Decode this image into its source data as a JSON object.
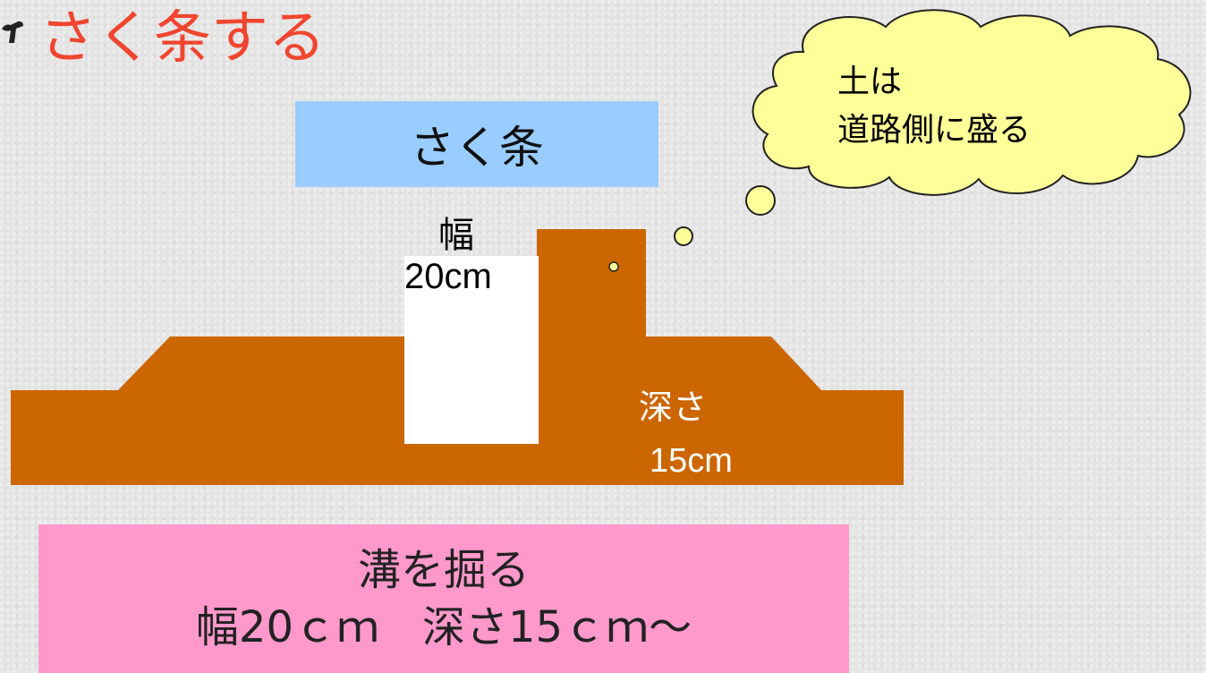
{
  "title": "さく条する",
  "furrow_label": "さく条",
  "ridge_width": {
    "label": "幅",
    "value": "20cm"
  },
  "depth": {
    "label": "深さ",
    "value": "15cm"
  },
  "thought": {
    "line1": "土は",
    "line2": "道路側に盛る"
  },
  "summary": {
    "line1": "溝を掘る",
    "line2": "幅20ｃｍ　深さ15ｃｍ～"
  },
  "colors": {
    "title": "#f0452f",
    "furrow_label_bg": "#99ccff",
    "soil": "#cc6600",
    "trench": "#ffffff",
    "cloud": "#ffff99",
    "summary_bg": "#ff99cc"
  }
}
